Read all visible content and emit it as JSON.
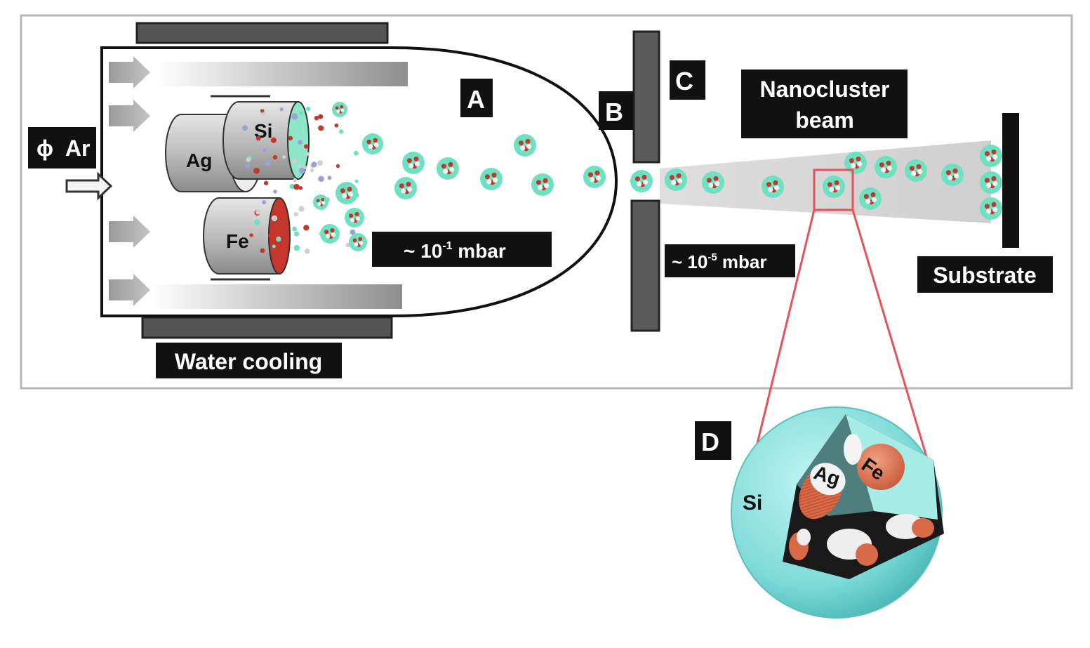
{
  "labels": {
    "ar_symbol": "ϕ",
    "ar": "Ar",
    "ag": "Ag",
    "si": "Si",
    "fe": "Fe",
    "a": "A",
    "b": "B",
    "c": "C",
    "d": "D",
    "beam_line1": "Nanocluster",
    "beam_line2": "beam",
    "pressure1_prefix": "~ 10",
    "pressure1_exp": "-1",
    "pressure1_unit": " mbar",
    "pressure2_prefix": "~ 10",
    "pressure2_exp": "-5",
    "pressure2_unit": " mbar",
    "substrate": "Substrate",
    "water_cooling": "Water cooling",
    "inset_si": "Si",
    "inset_ag": "Ag",
    "inset_fe": "Fe"
  },
  "colors": {
    "cluster_shell": "#6fe0c2",
    "fe": "#c0392b",
    "ag": "#f2f2f2",
    "magnifier": "#e8505b",
    "plate": "#5a5a5a",
    "label_bg": "#111111"
  }
}
